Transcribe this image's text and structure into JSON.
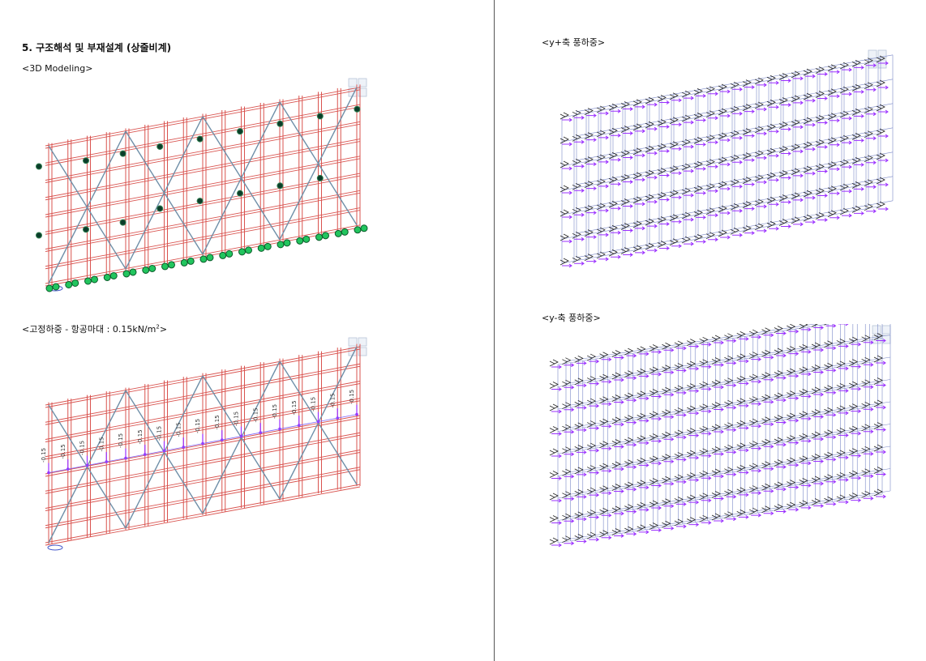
{
  "left_page": {
    "section_title": "5. 구조해석 및 부재설계 (상줄비계)",
    "caption_model": "<3D Modeling>",
    "caption_dead_load_pre": "<고정하중 - 항공마대 : 0.15kN/m",
    "caption_dead_load_sup": "2",
    "caption_dead_load_post": ">",
    "load_label": "-0.15"
  },
  "right_page": {
    "caption_wind_pos": "<y+축 풍하중>",
    "caption_wind_neg": "<y-축 풍하중>"
  },
  "colors": {
    "frame_red": "#d9534f",
    "brace_blue": "#6f8fa8",
    "support_green": "#22c55e",
    "load_purple": "#9b30ff",
    "arrow_black": "#222222"
  }
}
